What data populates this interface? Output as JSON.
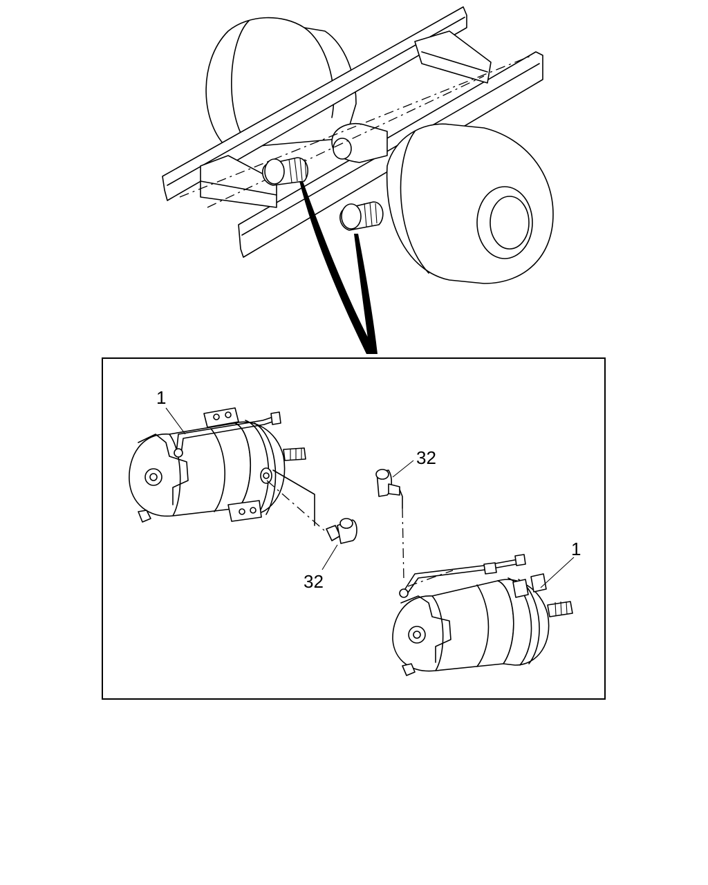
{
  "diagram": {
    "callouts": {
      "left_chamber": "1",
      "right_chamber": "1",
      "left_fitting": "32",
      "right_fitting": "32"
    }
  }
}
